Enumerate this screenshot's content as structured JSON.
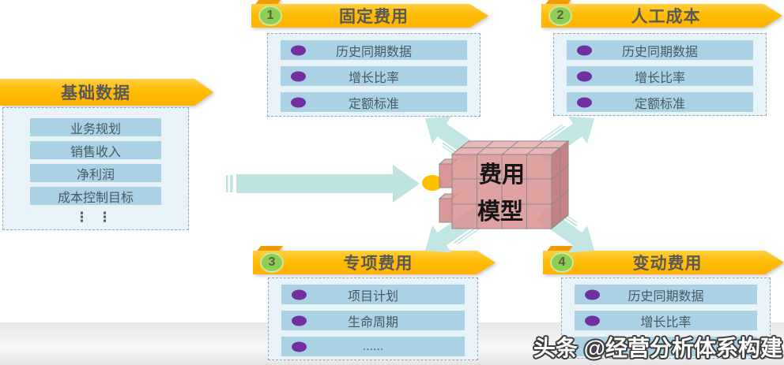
{
  "colors": {
    "banner_yellow": "#FFB900",
    "banner_fold_orange": "#EE9B06",
    "panel_fill_blue": "#E7F2F9",
    "bar_blue": "#AAD2E4",
    "bullet_purple": "#7030A0",
    "arrow_teal": "#C3E6E4",
    "badge_green": "#8ECF52",
    "cube_red": "#DA9191",
    "input_dot_yellow": "#FFC000",
    "title_text_gray": "#595959",
    "item_text_gray": "#4C5962"
  },
  "left_panel": {
    "title": "基础数据",
    "items": [
      "业务规划",
      "销售收入",
      "净利润",
      "成本控制目标"
    ],
    "ellipsis": "⋮⋮"
  },
  "quadrants": [
    {
      "number": "1",
      "title": "固定费用",
      "items": [
        "历史同期数据",
        "增长比率",
        "定额标准"
      ]
    },
    {
      "number": "2",
      "title": "人工成本",
      "items": [
        "历史同期数据",
        "增长比率",
        "定额标准"
      ]
    },
    {
      "number": "3",
      "title": "专项费用",
      "items": [
        "项目计划",
        "生命周期",
        "......"
      ]
    },
    {
      "number": "4",
      "title": "变动费用",
      "items": [
        "历史同期数据",
        "增长比率",
        ""
      ]
    }
  ],
  "center": {
    "label_line1": "费用",
    "label_line2": "模型"
  },
  "watermark": {
    "text": "头条 @经营分析体系构建"
  }
}
